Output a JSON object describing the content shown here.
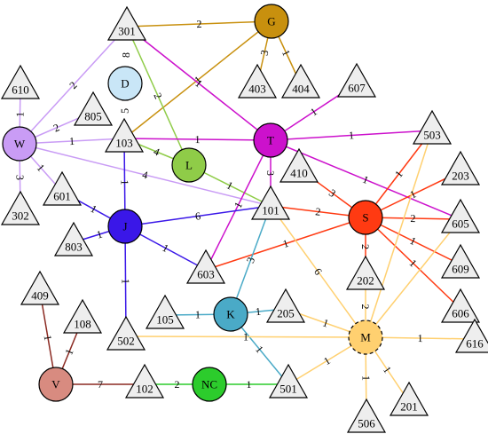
{
  "nodes": [
    {
      "id": "G",
      "label": "G",
      "shape": "circle",
      "fill": "#c8900e"
    },
    {
      "id": "D",
      "label": "D",
      "shape": "circle",
      "fill": "#c9e6f7"
    },
    {
      "id": "W",
      "label": "W",
      "shape": "circle",
      "fill": "#c99cf5"
    },
    {
      "id": "T",
      "label": "T",
      "shape": "circle",
      "fill": "#cc11cc"
    },
    {
      "id": "L",
      "label": "L",
      "shape": "circle",
      "fill": "#8fcc48"
    },
    {
      "id": "J",
      "label": "J",
      "shape": "circle",
      "fill": "#3a17e8"
    },
    {
      "id": "S",
      "label": "S",
      "shape": "circle",
      "fill": "#ff3a12"
    },
    {
      "id": "K",
      "label": "K",
      "shape": "circle",
      "fill": "#4aaac7"
    },
    {
      "id": "M",
      "label": "M",
      "shape": "circle",
      "fill": "#ffd070",
      "dashed": true
    },
    {
      "id": "V",
      "label": "V",
      "shape": "circle",
      "fill": "#d88b80"
    },
    {
      "id": "NC",
      "label": "NC",
      "shape": "circle",
      "fill": "#2ccc2c"
    },
    {
      "id": "301",
      "label": "301",
      "shape": "triangle",
      "fill": "#eeeeee"
    },
    {
      "id": "403",
      "label": "403",
      "shape": "triangle",
      "fill": "#eeeeee"
    },
    {
      "id": "404",
      "label": "404",
      "shape": "triangle",
      "fill": "#eeeeee"
    },
    {
      "id": "607",
      "label": "607",
      "shape": "triangle",
      "fill": "#eeeeee"
    },
    {
      "id": "610",
      "label": "610",
      "shape": "triangle",
      "fill": "#eeeeee"
    },
    {
      "id": "805",
      "label": "805",
      "shape": "triangle",
      "fill": "#eeeeee"
    },
    {
      "id": "103",
      "label": "103",
      "shape": "triangle",
      "fill": "#eeeeee"
    },
    {
      "id": "503",
      "label": "503",
      "shape": "triangle",
      "fill": "#eeeeee"
    },
    {
      "id": "203",
      "label": "203",
      "shape": "triangle",
      "fill": "#eeeeee"
    },
    {
      "id": "410",
      "label": "410",
      "shape": "triangle",
      "fill": "#eeeeee"
    },
    {
      "id": "601",
      "label": "601",
      "shape": "triangle",
      "fill": "#eeeeee"
    },
    {
      "id": "302",
      "label": "302",
      "shape": "triangle",
      "fill": "#eeeeee"
    },
    {
      "id": "101",
      "label": "101",
      "shape": "triangle",
      "fill": "#eeeeee"
    },
    {
      "id": "605",
      "label": "605",
      "shape": "triangle",
      "fill": "#eeeeee"
    },
    {
      "id": "803",
      "label": "803",
      "shape": "triangle",
      "fill": "#eeeeee"
    },
    {
      "id": "609",
      "label": "609",
      "shape": "triangle",
      "fill": "#eeeeee"
    },
    {
      "id": "603",
      "label": "603",
      "shape": "triangle",
      "fill": "#eeeeee"
    },
    {
      "id": "202",
      "label": "202",
      "shape": "triangle",
      "fill": "#eeeeee"
    },
    {
      "id": "606",
      "label": "606",
      "shape": "triangle",
      "fill": "#eeeeee"
    },
    {
      "id": "409",
      "label": "409",
      "shape": "triangle",
      "fill": "#eeeeee"
    },
    {
      "id": "108",
      "label": "108",
      "shape": "triangle",
      "fill": "#eeeeee"
    },
    {
      "id": "105",
      "label": "105",
      "shape": "triangle",
      "fill": "#eeeeee"
    },
    {
      "id": "205",
      "label": "205",
      "shape": "triangle",
      "fill": "#eeeeee"
    },
    {
      "id": "502",
      "label": "502",
      "shape": "triangle",
      "fill": "#eeeeee"
    },
    {
      "id": "616",
      "label": "616",
      "shape": "triangle",
      "fill": "#eeeeee"
    },
    {
      "id": "102",
      "label": "102",
      "shape": "triangle",
      "fill": "#eeeeee"
    },
    {
      "id": "501",
      "label": "501",
      "shape": "triangle",
      "fill": "#eeeeee"
    },
    {
      "id": "201",
      "label": "201",
      "shape": "triangle",
      "fill": "#eeeeee"
    },
    {
      "id": "506",
      "label": "506",
      "shape": "triangle",
      "fill": "#eeeeee"
    }
  ],
  "edges": [
    {
      "from": "301",
      "to": "G",
      "label": "2",
      "color": "#c8900e"
    },
    {
      "from": "G",
      "to": "403",
      "label": "3",
      "color": "#c8900e"
    },
    {
      "from": "G",
      "to": "404",
      "label": "1",
      "color": "#c8900e"
    },
    {
      "from": "G",
      "to": "103",
      "label": "1",
      "color": "#c8900e"
    },
    {
      "from": "301",
      "to": "D",
      "label": "8",
      "color": "#ffffff"
    },
    {
      "from": "D",
      "to": "103",
      "label": "5",
      "color": "#ffffff"
    },
    {
      "from": "301",
      "to": "L",
      "label": "2",
      "color": "#8fcc48"
    },
    {
      "from": "301",
      "to": "T",
      "label": "1",
      "color": "#cc11cc"
    },
    {
      "from": "301",
      "to": "W",
      "label": "2",
      "color": "#c99cf5"
    },
    {
      "from": "610",
      "to": "W",
      "label": "1",
      "color": "#c99cf5"
    },
    {
      "from": "805",
      "to": "W",
      "label": "2",
      "color": "#c99cf5"
    },
    {
      "from": "W",
      "to": "103",
      "label": "1",
      "color": "#c99cf5"
    },
    {
      "from": "W",
      "to": "601",
      "label": "1",
      "color": "#c99cf5"
    },
    {
      "from": "W",
      "to": "302",
      "label": "3",
      "color": "#c99cf5"
    },
    {
      "from": "W",
      "to": "101",
      "label": "4",
      "color": "#c99cf5"
    },
    {
      "from": "103",
      "to": "T",
      "label": "1",
      "color": "#cc11cc"
    },
    {
      "from": "103",
      "to": "L",
      "label": "4",
      "color": "#8fcc48"
    },
    {
      "from": "103",
      "to": "J",
      "label": "1",
      "color": "#3a17e8"
    },
    {
      "from": "L",
      "to": "101",
      "label": "1",
      "color": "#8fcc48"
    },
    {
      "from": "T",
      "to": "607",
      "label": "1",
      "color": "#cc11cc"
    },
    {
      "from": "T",
      "to": "503",
      "label": "1",
      "color": "#cc11cc"
    },
    {
      "from": "T",
      "to": "605",
      "label": "1",
      "color": "#cc11cc"
    },
    {
      "from": "T",
      "to": "101",
      "label": "3",
      "color": "#cc11cc"
    },
    {
      "from": "T",
      "to": "603",
      "label": "1",
      "color": "#cc11cc"
    },
    {
      "from": "601",
      "to": "J",
      "label": "1",
      "color": "#3a17e8"
    },
    {
      "from": "J",
      "to": "101",
      "label": "6",
      "color": "#3a17e8"
    },
    {
      "from": "803",
      "to": "J",
      "label": "1",
      "color": "#3a17e8"
    },
    {
      "from": "J",
      "to": "603",
      "label": "1",
      "color": "#3a17e8"
    },
    {
      "from": "J",
      "to": "502",
      "label": "1",
      "color": "#3a17e8"
    },
    {
      "from": "410",
      "to": "S",
      "label": "3",
      "color": "#ff3a12"
    },
    {
      "from": "101",
      "to": "S",
      "label": "2",
      "color": "#ff3a12"
    },
    {
      "from": "S",
      "to": "503",
      "label": "1",
      "color": "#ff3a12"
    },
    {
      "from": "S",
      "to": "203",
      "label": "1",
      "color": "#ff3a12"
    },
    {
      "from": "S",
      "to": "605",
      "label": "2",
      "color": "#ff3a12"
    },
    {
      "from": "S",
      "to": "609",
      "label": "1",
      "color": "#ff3a12"
    },
    {
      "from": "S",
      "to": "606",
      "label": "1",
      "color": "#ff3a12"
    },
    {
      "from": "S",
      "to": "202",
      "label": "2",
      "color": "#ff3a12"
    },
    {
      "from": "603",
      "to": "S",
      "label": "1",
      "color": "#ff3a12"
    },
    {
      "from": "101",
      "to": "K",
      "label": "3",
      "color": "#4aaac7"
    },
    {
      "from": "105",
      "to": "K",
      "label": "1",
      "color": "#4aaac7"
    },
    {
      "from": "K",
      "to": "205",
      "label": "1",
      "color": "#4aaac7"
    },
    {
      "from": "K",
      "to": "501",
      "label": "1",
      "color": "#4aaac7"
    },
    {
      "from": "101",
      "to": "M",
      "label": "6",
      "color": "#ffd070"
    },
    {
      "from": "202",
      "to": "M",
      "label": "2",
      "color": "#ffd070"
    },
    {
      "from": "503",
      "to": "M",
      "label": "",
      "color": "#ffd070"
    },
    {
      "from": "605",
      "to": "M",
      "label": "",
      "color": "#ffd070"
    },
    {
      "from": "205",
      "to": "M",
      "label": "1",
      "color": "#ffd070"
    },
    {
      "from": "502",
      "to": "M",
      "label": "1",
      "color": "#ffd070"
    },
    {
      "from": "M",
      "to": "616",
      "label": "1",
      "color": "#ffd070"
    },
    {
      "from": "M",
      "to": "501",
      "label": "1",
      "color": "#ffd070"
    },
    {
      "from": "M",
      "to": "201",
      "label": "1",
      "color": "#ffd070"
    },
    {
      "from": "M",
      "to": "506",
      "label": "1",
      "color": "#ffd070"
    },
    {
      "from": "409",
      "to": "V",
      "label": "1",
      "color": "#8b2a22"
    },
    {
      "from": "108",
      "to": "V",
      "label": "1",
      "color": "#8b2a22"
    },
    {
      "from": "V",
      "to": "102",
      "label": "7",
      "color": "#8b2a22"
    },
    {
      "from": "102",
      "to": "NC",
      "label": "2",
      "color": "#2ccc2c"
    },
    {
      "from": "NC",
      "to": "501",
      "label": "1",
      "color": "#2ccc2c"
    }
  ]
}
